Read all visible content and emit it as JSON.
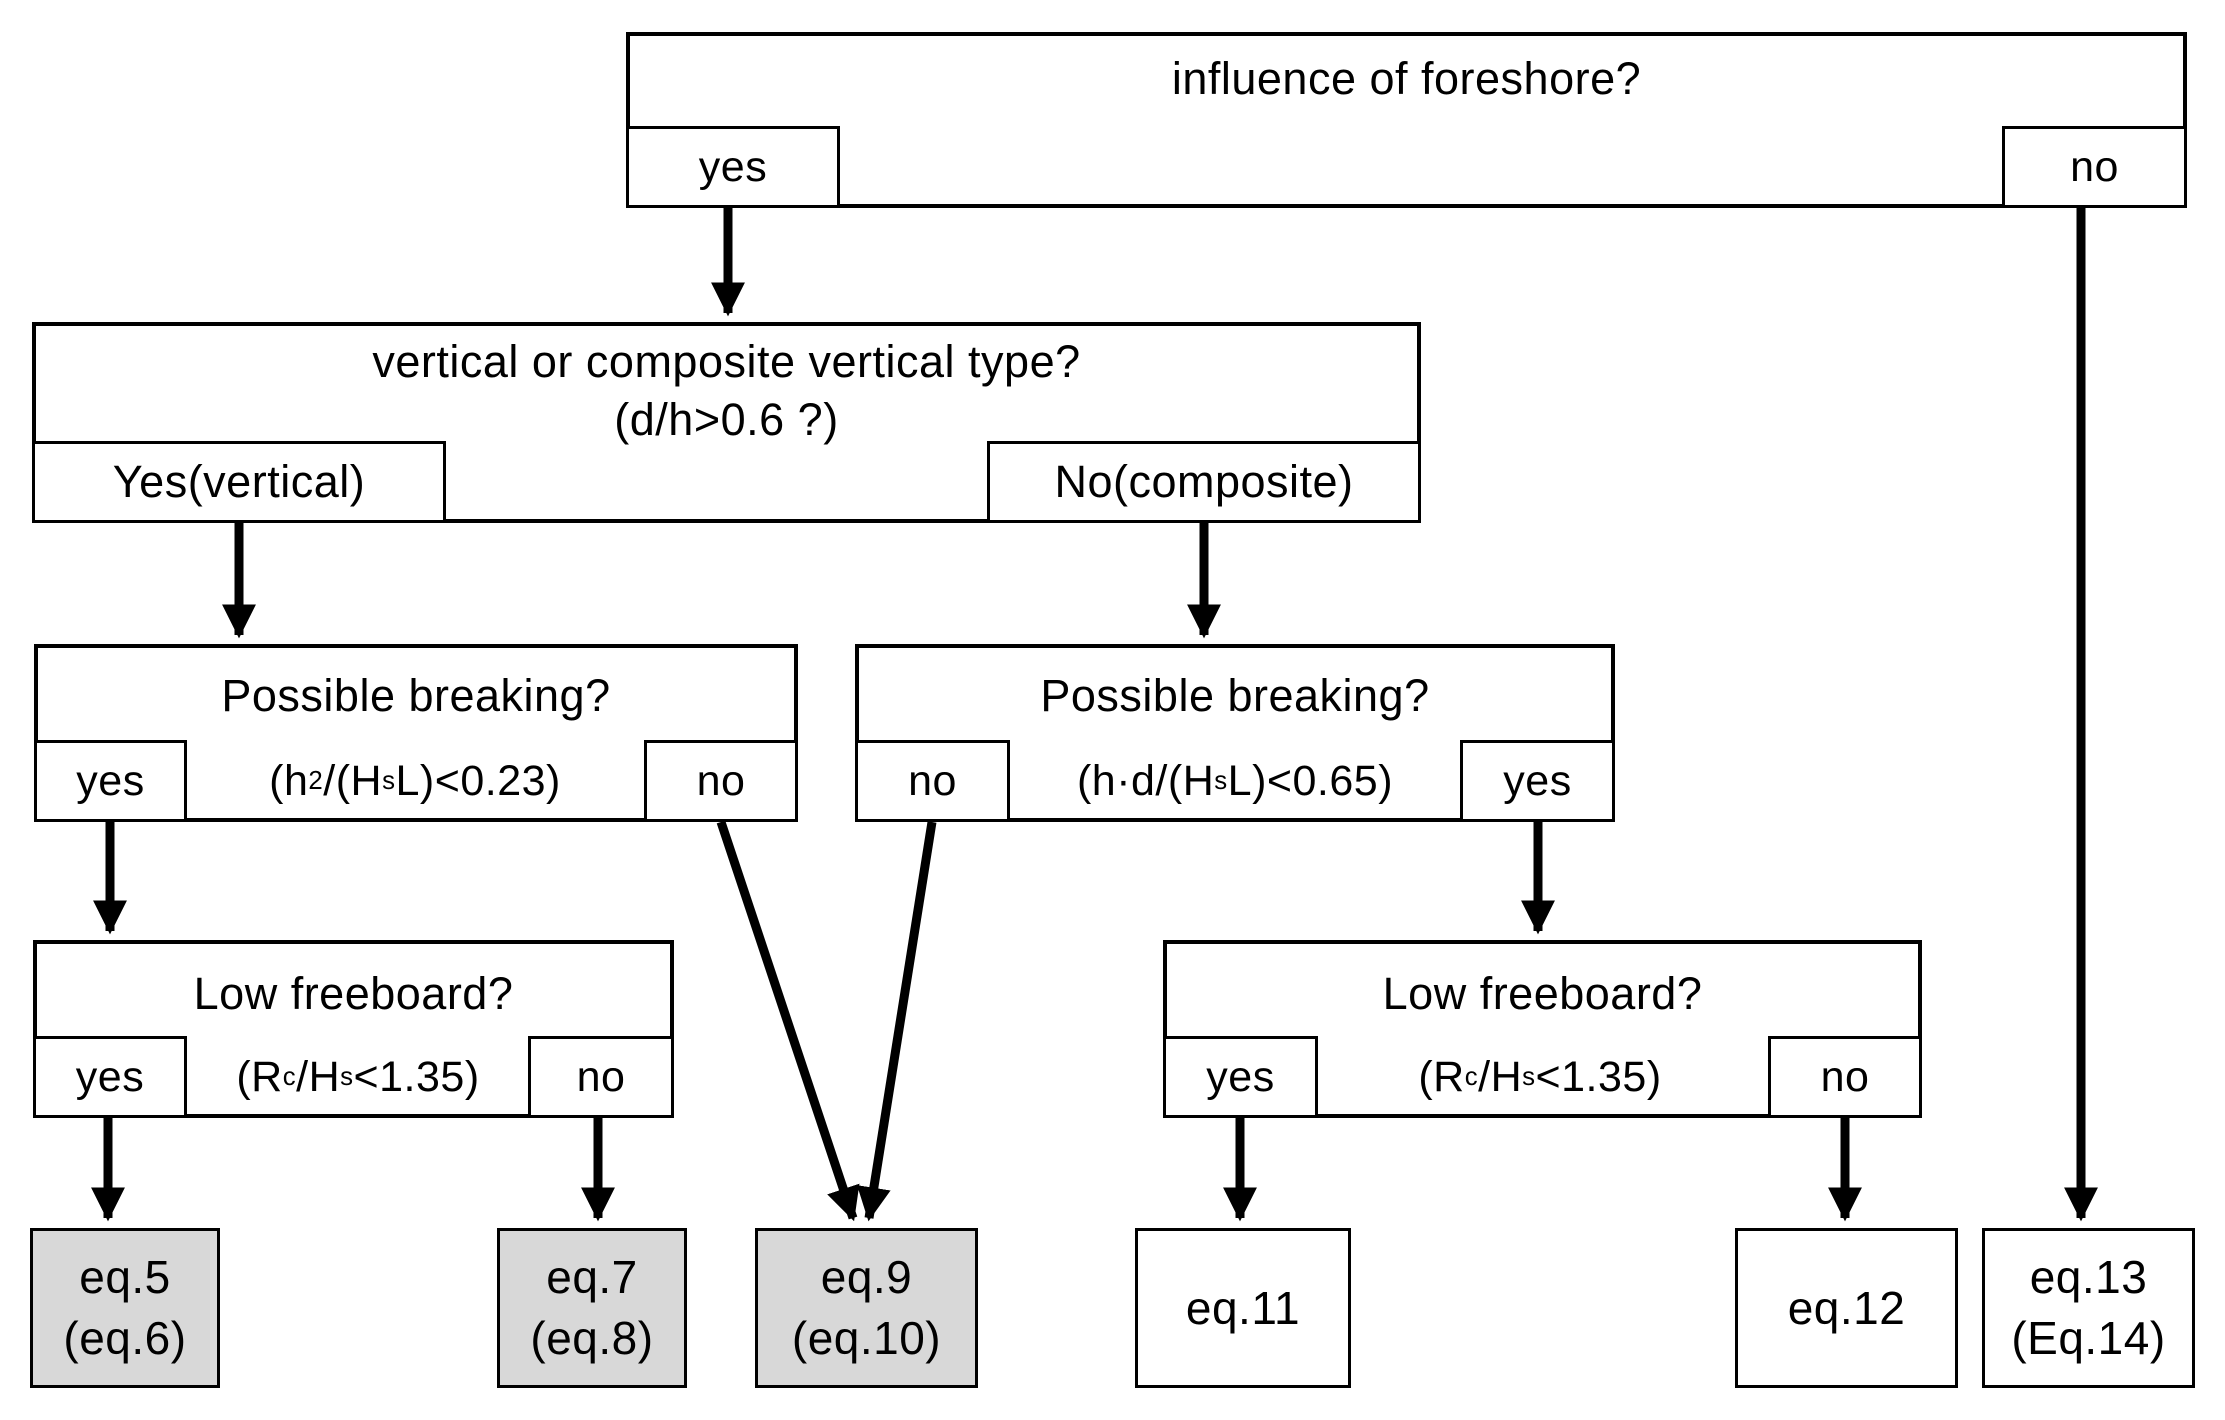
{
  "colors": {
    "line": "#000000",
    "node_fill": "#ffffff",
    "highlight_fill": "#d8d8d8"
  },
  "nodes": {
    "foreshore": {
      "question": "influence of foreshore?",
      "yes": "yes",
      "no": "no"
    },
    "wall_type": {
      "question": "vertical or composite vertical type?",
      "condition": "(d/h>0.6 ?)",
      "yes": "Yes(vertical)",
      "no": "No(composite)"
    },
    "breaking_left": {
      "question": "Possible breaking?",
      "yes": "yes",
      "no": "no",
      "formula": {
        "p1": "(h",
        "sup1": "2",
        "p2": "/(H",
        "sub1": "s",
        "p3": "L)<0.23)"
      }
    },
    "breaking_right": {
      "question": "Possible breaking?",
      "no": "no",
      "yes": "yes",
      "formula": {
        "p1": "(h·d/(H",
        "sub1": "s",
        "p2": "L)<0.65)"
      }
    },
    "freeboard_left": {
      "question": "Low freeboard?",
      "yes": "yes",
      "no": "no",
      "formula": {
        "p1": "(R",
        "sub1": "c",
        "p2": "/H",
        "sub2": "s",
        "p3": "<1.35)"
      }
    },
    "freeboard_right": {
      "question": "Low freeboard?",
      "yes": "yes",
      "no": "no",
      "formula": {
        "p1": "(R",
        "sub1": "c",
        "p2": "/H",
        "sub2": "s",
        "p3": "<1.35)"
      }
    }
  },
  "results": {
    "eq5": {
      "line1": "eq.5",
      "line2": "(eq.6)",
      "highlighted": true
    },
    "eq7": {
      "line1": "eq.7",
      "line2": "(eq.8)",
      "highlighted": true
    },
    "eq9": {
      "line1": "eq.9",
      "line2": "(eq.10)",
      "highlighted": true
    },
    "eq11": {
      "line1": "eq.11",
      "line2": "",
      "highlighted": false
    },
    "eq12": {
      "line1": "eq.12",
      "line2": "",
      "highlighted": false
    },
    "eq13": {
      "line1": "eq.13",
      "line2": "(Eq.14)",
      "highlighted": false
    }
  }
}
